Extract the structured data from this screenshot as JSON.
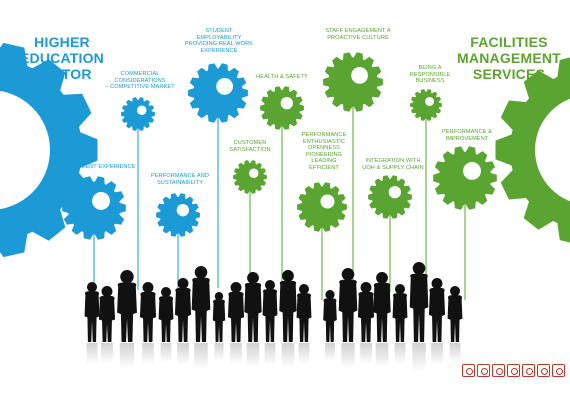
{
  "sectors": {
    "left_title": "HIGHER\nEDUCATION\nSECTOR",
    "right_title": "FACILITIES\nMANAGEMENT\nSERVICES",
    "left_color": "#1c9ad6",
    "right_color": "#5aa531"
  },
  "gears": [
    {
      "id": "student-employability",
      "label": "STUDENT\nEMPLOYABILITY\nPROVIDING REAL WORK\nEXPERIENCE",
      "color": "blue"
    },
    {
      "id": "commercial-considerations",
      "label": "COMMERCIAL\nCONSIDERATIONS\n– COMPETITIVE MARKET",
      "color": "blue"
    },
    {
      "id": "student-experience",
      "label": "THE STUDENT EXPERIENCE",
      "color": "blue"
    },
    {
      "id": "performance-sustainability",
      "label": "PERFORMANCE AND\nSUSTAINABILITY",
      "color": "blue"
    },
    {
      "id": "customer-satisfaction",
      "label": "CUSTOMER\nSATISFACTION",
      "color": "green"
    },
    {
      "id": "health-safety",
      "label": "HEALTH & SAFETY",
      "color": "green"
    },
    {
      "id": "performance-enthusiastic",
      "label": "PERFORMANCE\nENTHUSIASTIC\nOPENNESS\nPIONEERING\nLEADING\nEFFICIENT",
      "color": "green"
    },
    {
      "id": "staff-engagement",
      "label": "STAFF ENGAGEMENT A\nPROACTIVE CULTURE",
      "color": "green"
    },
    {
      "id": "integration-uoh",
      "label": "INTEGRATION WITH\nUOH & SUPPLY CHAIN",
      "color": "green"
    },
    {
      "id": "responsible-business",
      "label": "BEING A\nRESPONSIBLE\nBUSINESS",
      "color": "green"
    },
    {
      "id": "performance-improvement",
      "label": "PERFORMANCE &\nIMPROVEMENT",
      "color": "green"
    }
  ],
  "footer_icons": [
    "partner-logo-1-icon",
    "partner-logo-2-icon",
    "partner-logo-3-icon",
    "partner-logo-4-icon",
    "partner-logo-5-icon",
    "partner-logo-6-icon",
    "partner-logo-7-icon"
  ],
  "colors": {
    "blue": "#1c9ad6",
    "green": "#5aa531",
    "silhouette": "#111111",
    "footer_accent": "#b63a2c"
  }
}
